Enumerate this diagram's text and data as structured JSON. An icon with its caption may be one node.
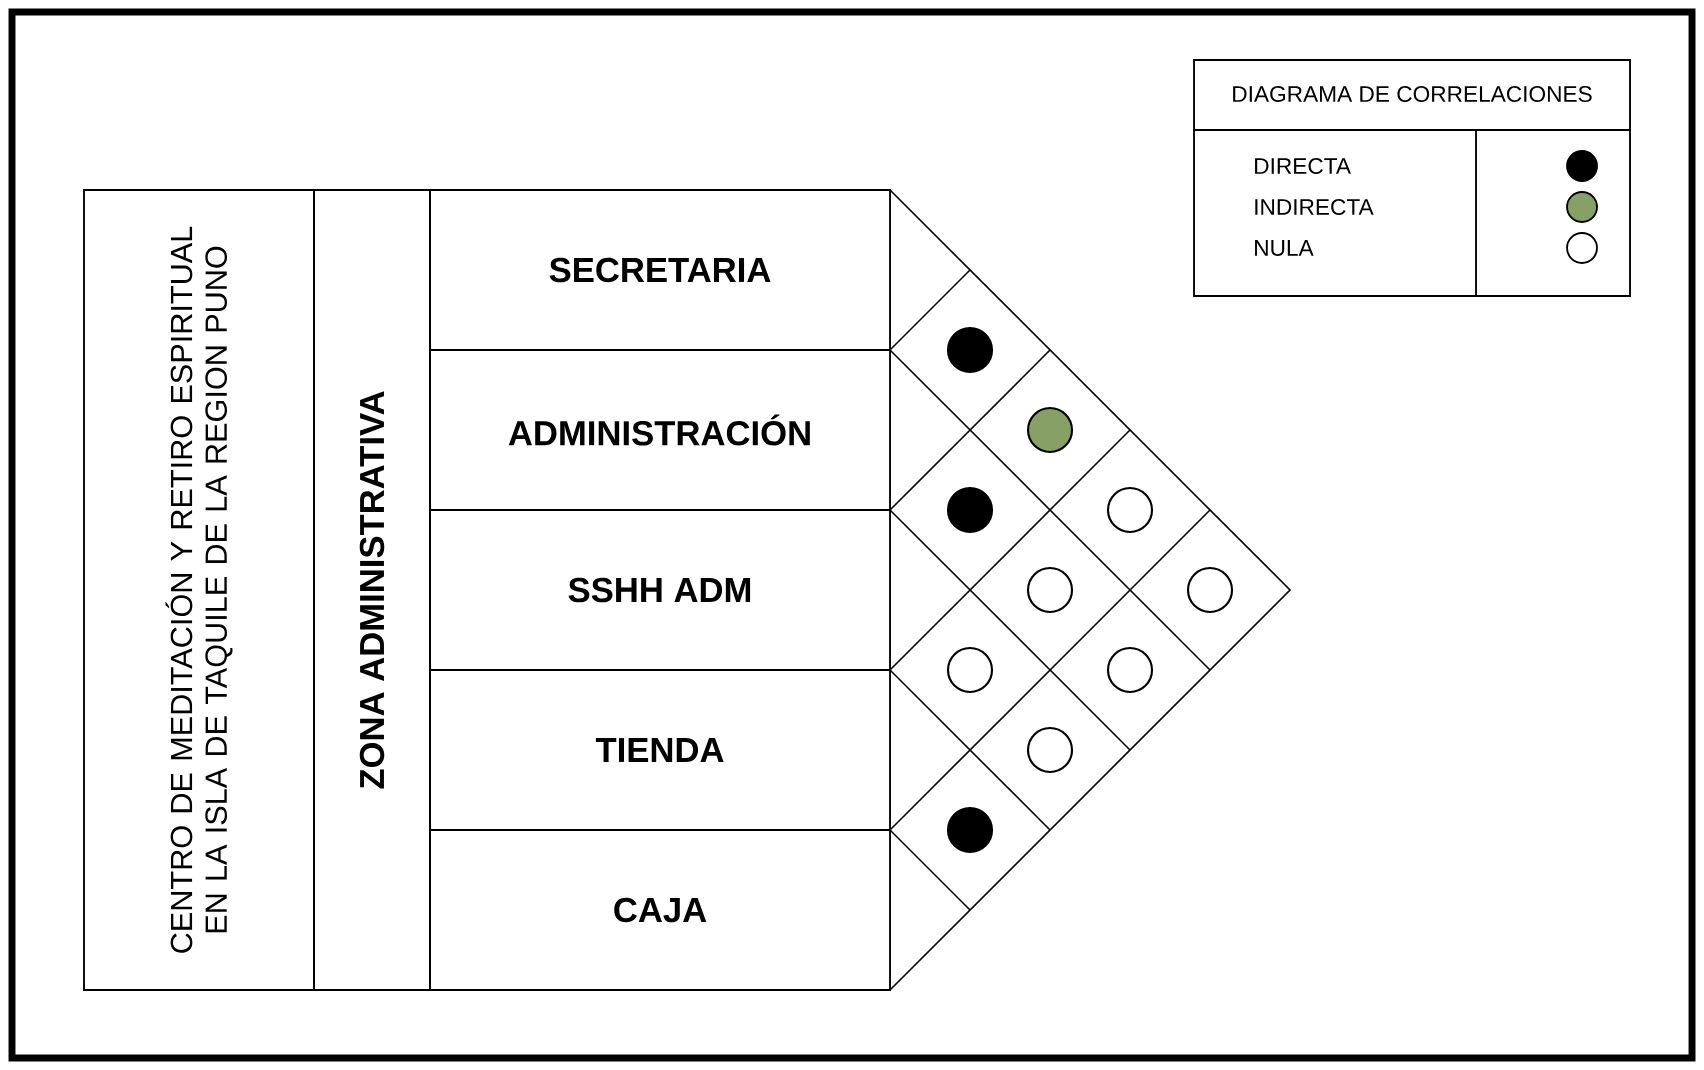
{
  "diagram": {
    "nodes": [
      {
        "text": [
          "CENTRO DE MEDITACIÓN Y RETIRO ESPIRITUAL EN LA ISLA DE TAQUILE DE LA REGION PUNO"
        ]
      },
      {
        "text": [
          "ZONA ADMINISTRATIVA"
        ]
      },
      {
        "text": [
          "SECRETARIA"
        ]
      },
      {
        "text": [
          "ADMINISTRACIÓN"
        ]
      },
      {
        "text": [
          "SSHH ADM"
        ]
      },
      {
        "text": [
          "TIENDA"
        ]
      },
      {
        "text": [
          "CAJA"
        ]
      }
    ],
    "labels": [
      "DIAGRAMA DE CORRELACIONES"
    ],
    "legend": [
      {
        "text": "DIRECTA",
        "color": "#000000"
      },
      {
        "text": "INDIRECTA",
        "color": "#87a066"
      },
      {
        "text": "NULA"
      }
    ]
  }
}
